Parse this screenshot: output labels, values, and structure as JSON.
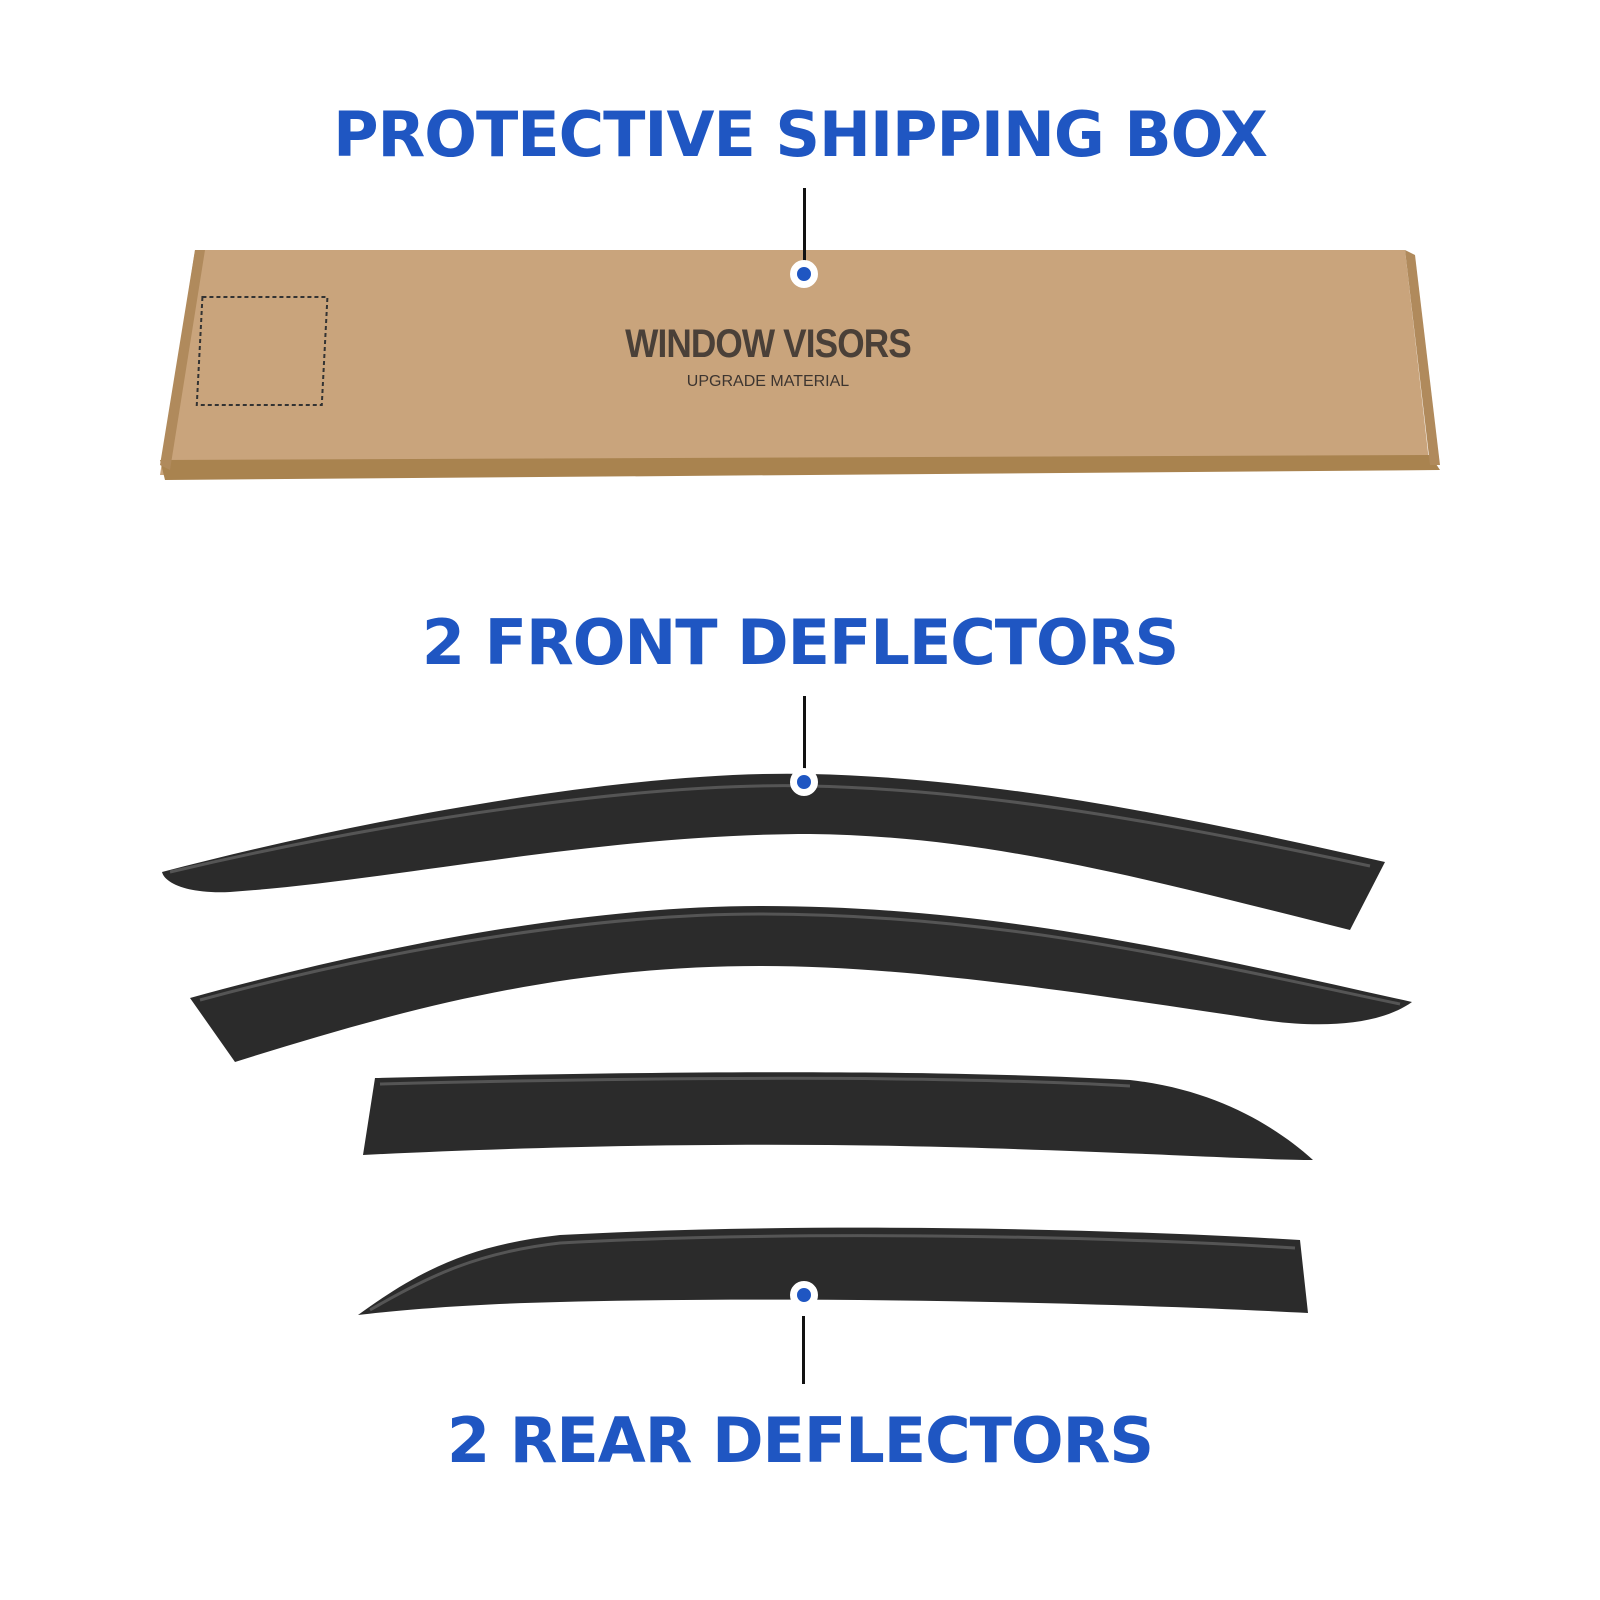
{
  "headings": {
    "box": "PROTECTIVE SHIPPING BOX",
    "front": "2 FRONT DEFLECTORS",
    "rear": "2 REAR DEFLECTORS"
  },
  "box_print": {
    "title": "WINDOW VISORS",
    "subtitle": "UPGRADE MATERIAL"
  },
  "colors": {
    "accent": "#1f56c2",
    "cardboard": "#c9a47c",
    "deflector": "#2a2a2a"
  }
}
